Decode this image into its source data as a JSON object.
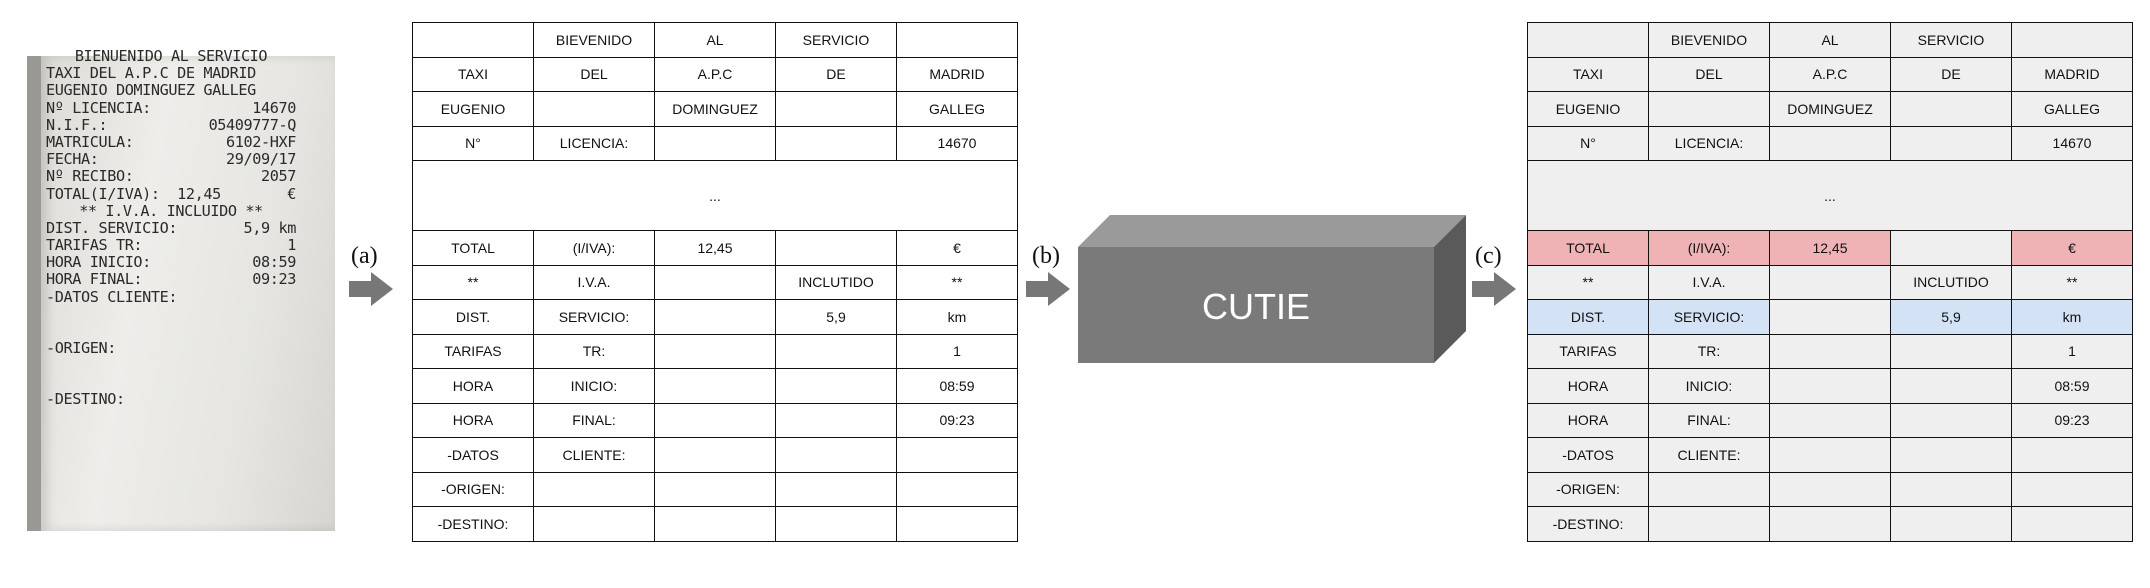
{
  "receipt": {
    "lines": [
      {
        "left": "BIENUENIDO AL SERVICIO",
        "right": "",
        "centered": true
      },
      {
        "left": "TAXI DEL A.P.C DE MADRID",
        "right": ""
      },
      {
        "left": "EUGENIO DOMINGUEZ GALLEG",
        "right": ""
      },
      {
        "left": "Nº LICENCIA:",
        "right": "14670"
      },
      {
        "left": "N.I.F.:",
        "right": "05409777-Q"
      },
      {
        "left": "MATRICULA:",
        "right": "6102-HXF"
      },
      {
        "left": "FECHA:",
        "right": "29/09/17"
      },
      {
        "left": "Nº RECIBO:",
        "right": "2057"
      },
      {
        "left": "TOTAL(I/IVA):  12,45",
        "right": "€"
      },
      {
        "left": "** I.V.A. INCLUIDO **",
        "right": "",
        "centered": true
      },
      {
        "left": "DIST. SERVICIO:",
        "right": "5,9 km"
      },
      {
        "left": "TARIFAS TR:",
        "right": "1"
      },
      {
        "left": "HORA INICIO:",
        "right": "08:59"
      },
      {
        "left": "HORA FINAL:",
        "right": "09:23"
      },
      {
        "left": "-DATOS CLIENTE:",
        "right": ""
      },
      {
        "left": "",
        "right": "",
        "gap": true
      },
      {
        "left": "-ORIGEN:",
        "right": ""
      },
      {
        "left": "",
        "right": "",
        "gap": true
      },
      {
        "left": "-DESTINO:",
        "right": ""
      }
    ]
  },
  "labels": {
    "a": "(a)",
    "b": "(b)",
    "c": "(c)"
  },
  "model": {
    "name": "CUTIE"
  },
  "grid": {
    "rows": [
      [
        "",
        "BIEVENIDO",
        "AL",
        "SERVICIO",
        ""
      ],
      [
        "TAXI",
        "DEL",
        "A.P.C",
        "DE",
        "MADRID"
      ],
      [
        "EUGENIO",
        "",
        "DOMINGUEZ",
        "",
        "GALLEG"
      ],
      [
        "N°",
        "LICENCIA:",
        "",
        "",
        "14670"
      ],
      [
        "...",
        "",
        "",
        "",
        ""
      ],
      [
        "TOTAL",
        "(I/IVA):",
        "12,45",
        "",
        "€"
      ],
      [
        "**",
        "I.V.A.",
        "",
        "INCLUTIDO",
        "**"
      ],
      [
        "DIST.",
        "SERVICIO:",
        "",
        "5,9",
        "km"
      ],
      [
        "TARIFAS",
        "TR:",
        "",
        "",
        "1"
      ],
      [
        "HORA",
        "INICIO:",
        "",
        "",
        "08:59"
      ],
      [
        "HORA",
        "FINAL:",
        "",
        "",
        "09:23"
      ],
      [
        "-DATOS",
        "CLIENTE:",
        "",
        "",
        ""
      ],
      [
        "-ORIGEN:",
        "",
        "",
        "",
        ""
      ],
      [
        "-DESTINO:",
        "",
        "",
        "",
        ""
      ]
    ]
  },
  "highlights": {
    "total_row": 5,
    "total_cols": [
      0,
      1,
      2,
      4
    ],
    "total_color": "#efb3b6",
    "dist_row": 7,
    "dist_cols": [
      0,
      1,
      3,
      4
    ],
    "dist_color": "#d3e3f5"
  },
  "colors": {
    "arrow": "#777777",
    "box_front": "#7a7a7a",
    "box_top": "#9a9a9a",
    "box_side": "#5a5a5a"
  }
}
